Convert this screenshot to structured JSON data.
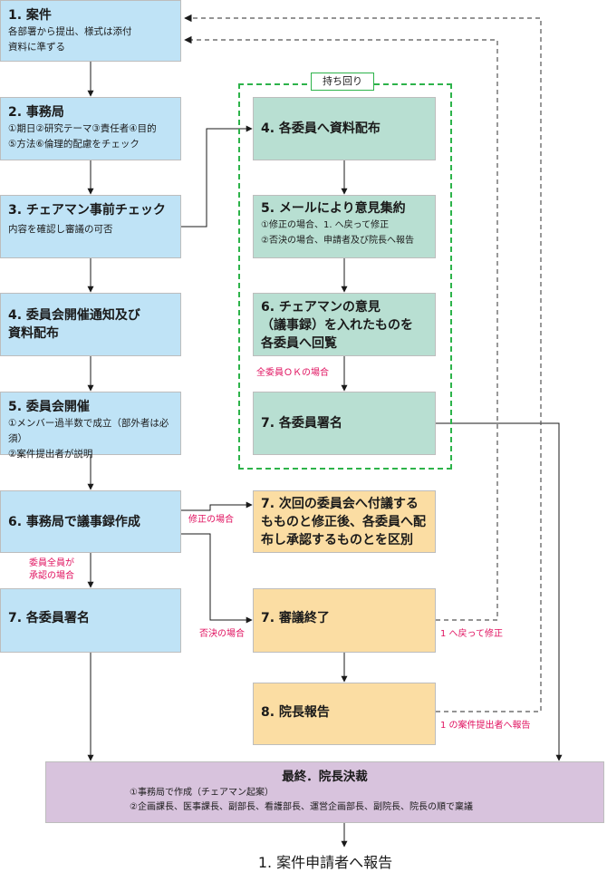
{
  "left_column": [
    {
      "title": "1. 案件",
      "desc": "各部署から提出、様式は添付\n資料に準ずる"
    },
    {
      "title": "2. 事務局",
      "desc": "①期日②研究テーマ③責任者④目的\n⑤方法⑥倫理的配慮をチェック"
    },
    {
      "title": "3. チェアマン事前チェック",
      "desc": "内容を確認し審議の可否"
    },
    {
      "title": "4. 委員会開催通知及び\n資料配布",
      "desc": ""
    },
    {
      "title": "5. 委員会開催",
      "desc": "①メンバー過半数で成立（部外者は必須）\n②案件提出者が説明"
    },
    {
      "title": "6. 事務局で議事録作成",
      "desc": ""
    },
    {
      "title": "7. 各委員署名",
      "desc": ""
    }
  ],
  "mochimawari": {
    "label": "持ち回り",
    "steps": [
      {
        "title": "4. 各委員へ資料配布",
        "desc": ""
      },
      {
        "title": "5. メールにより意見集約",
        "desc": "①修正の場合、1. へ戻って修正\n②否決の場合、申請者及び院長へ報告"
      },
      {
        "title": "6. チェアマンの意見\n（議事録）を入れたものを\n各委員へ回覧",
        "desc": ""
      },
      {
        "title": "7. 各委員署名",
        "desc": ""
      }
    ],
    "ok_note": "全委員ＯＫの場合"
  },
  "right_column": [
    {
      "title": "7. 次回の委員会へ付議する\nもものと修正後、各委員へ配\n布し承認するものとを区別"
    },
    {
      "title": "7. 審議終了"
    },
    {
      "title": "8. 院長報告"
    }
  ],
  "notes": {
    "revision": "修正の場合",
    "all_approve": "委員全員が\n承認の場合",
    "rejection": "否決の場合",
    "back_to_1": "1 へ戻って修正",
    "report_to_submitter": "1 の案件提出者へ報告"
  },
  "final": {
    "title": "最終．院長決裁",
    "items": [
      "①事務局で作成（チェアマン起案）",
      "②企画課長、医事課長、副部長、看護部長、運営企画部長、副院長、院長の順で稟議"
    ],
    "report": "1. 案件申請者へ報告"
  },
  "colors": {
    "blue": "#bfe3f6",
    "teal": "#b8dfd2",
    "orange": "#fbdda3",
    "purple": "#d8c3dd",
    "green_dash": "#2db34a",
    "note_red": "#e0115f",
    "gray_line": "#555555"
  }
}
